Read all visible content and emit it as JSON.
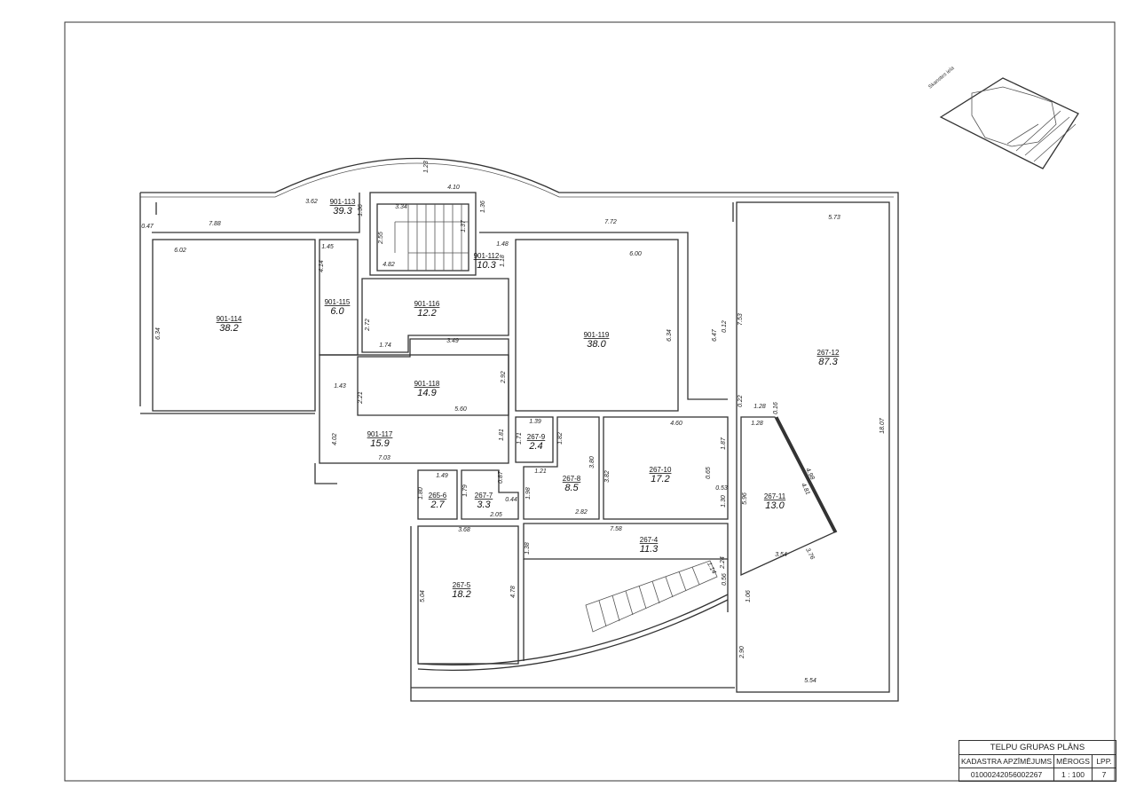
{
  "title_block": {
    "title": "TELPU GRUPAS PLĀNS",
    "col_cadastre": "KADASTRA APZĪMĒJUMS",
    "col_scale": "MĒROGS",
    "col_page": "LPP.",
    "cadastre": "01000242056002267",
    "scale": "1 : 100",
    "page": "7"
  },
  "site_plan": {
    "street": "Skanstes iela"
  },
  "rooms": [
    {
      "id": "901-113",
      "area": "39.3"
    },
    {
      "id": "901-112",
      "area": "10.3"
    },
    {
      "id": "901-114",
      "area": "38.2"
    },
    {
      "id": "901-115",
      "area": "6.0"
    },
    {
      "id": "901-116",
      "area": "12.2"
    },
    {
      "id": "901-119",
      "area": "38.0"
    },
    {
      "id": "267-12",
      "area": "87.3"
    },
    {
      "id": "901-118",
      "area": "14.9"
    },
    {
      "id": "901-117",
      "area": "15.9"
    },
    {
      "id": "267-9",
      "area": "2.4"
    },
    {
      "id": "267-10",
      "area": "17.2"
    },
    {
      "id": "267-11",
      "area": "13.0"
    },
    {
      "id": "267-8",
      "area": "8.5"
    },
    {
      "id": "265-6",
      "area": "2.7"
    },
    {
      "id": "267-7",
      "area": "3.3"
    },
    {
      "id": "267-4",
      "area": "11.3"
    },
    {
      "id": "267-5",
      "area": "18.2"
    }
  ],
  "dimensions": [
    "1.23",
    "4.10",
    "3.62",
    "1.36",
    "1.36",
    "3.34",
    "0.47",
    "7.88",
    "7.72",
    "5.73",
    "1.45",
    "2.55",
    "1.37",
    "1.48",
    "1.18",
    "4.82",
    "6.02",
    "6.00",
    "4.14",
    "6.34",
    "2.72",
    "1.74",
    "3.49",
    "6.34",
    "6.47",
    "0.12",
    "7.53",
    "2.92",
    "1.43",
    "2.21",
    "5.60",
    "0.22",
    "1.28",
    "0.16",
    "18.07",
    "1.39",
    "1.71",
    "1.82",
    "4.60",
    "1.87",
    "1.28",
    "4.02",
    "1.81",
    "7.03",
    "1.21",
    "3.80",
    "3.82",
    "0.65",
    "4.98",
    "1.49",
    "0.87",
    "0.53",
    "5.96",
    "4.81",
    "1.80",
    "1.79",
    "0.44",
    "1.98",
    "1.30",
    "2.05",
    "2.82",
    "3.68",
    "7.58",
    "1.38",
    "3.54",
    "3.76",
    "2.24",
    "1.14",
    "0.56",
    "1.06",
    "5.04",
    "4.78",
    "2.90",
    "5.54"
  ]
}
